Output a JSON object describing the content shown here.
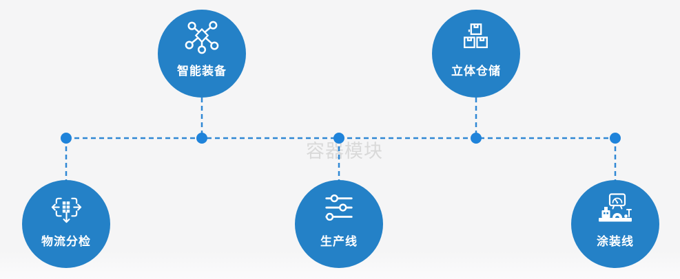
{
  "diagram": {
    "watermark": "容器模块",
    "nodes": [
      {
        "id": "smart-equipment",
        "label": "智能装备",
        "icon": "network-nodes-icon"
      },
      {
        "id": "warehouse",
        "label": "立体仓储",
        "icon": "stacked-boxes-icon"
      },
      {
        "id": "logistics-sorting",
        "label": "物流分检",
        "icon": "sorting-crosshair-icon"
      },
      {
        "id": "production-line",
        "label": "生产线",
        "icon": "sliders-icon"
      },
      {
        "id": "coating-line",
        "label": "涂装线",
        "icon": "machine-monitor-icon"
      }
    ],
    "colors": {
      "background": "#f5f5f6",
      "node_fill": "#2481c7",
      "connector_dash": "#2f87d4",
      "junction_dot": "#1f83da",
      "icon_and_label": "#ffffff",
      "watermark": "#d9d9d9"
    }
  }
}
